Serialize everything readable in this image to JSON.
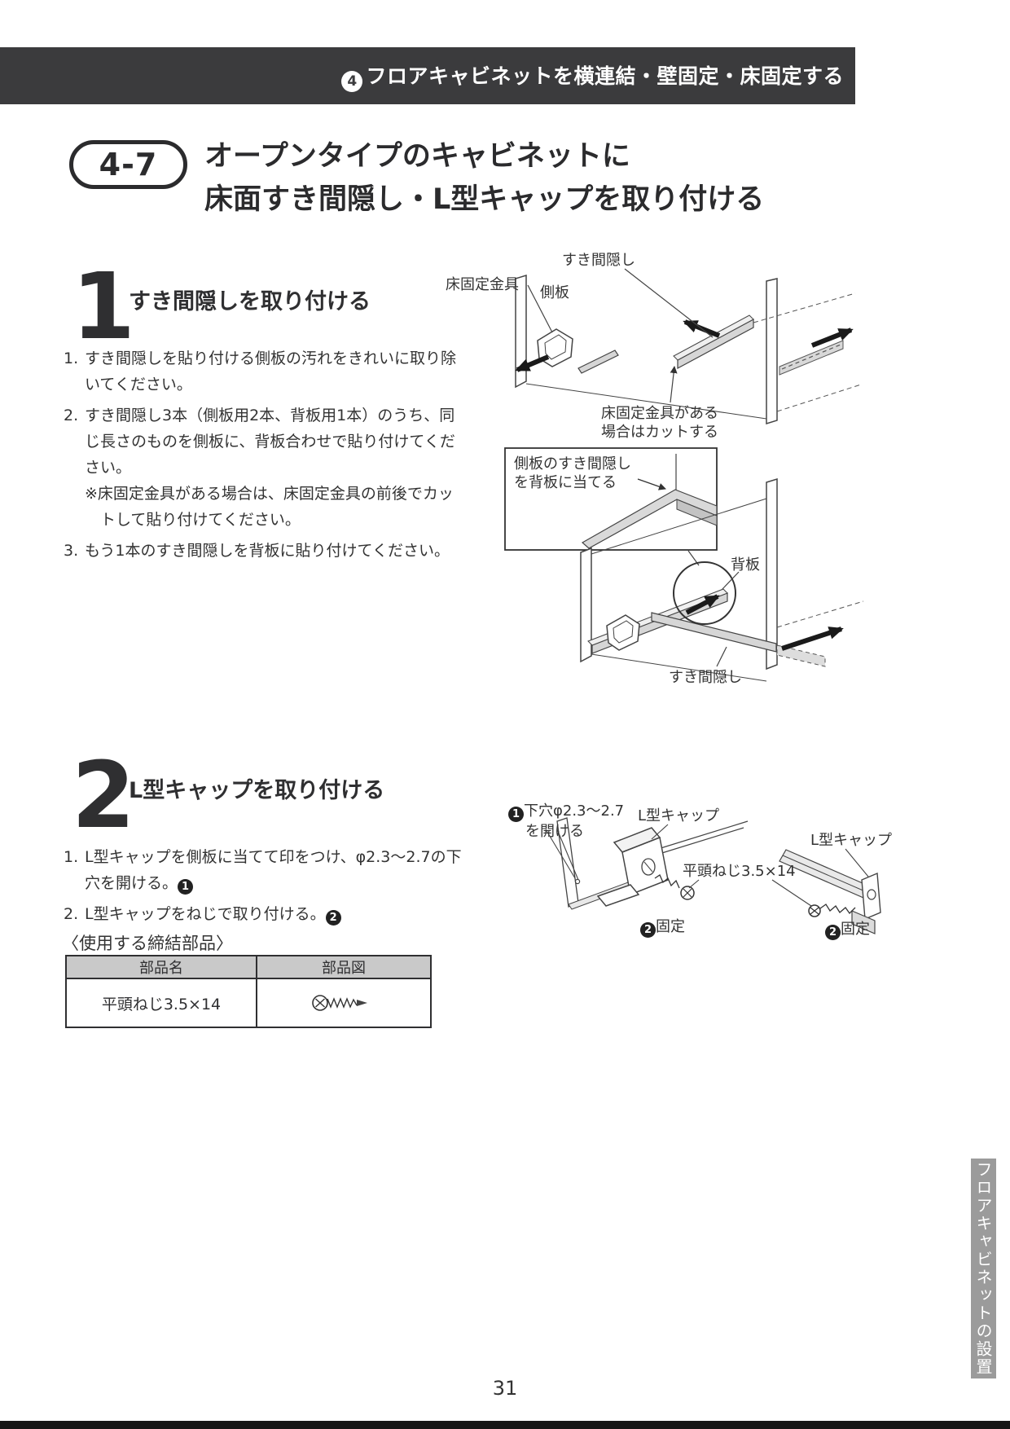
{
  "header": {
    "badge": "4",
    "text": "フロアキャビネットを横連結・壁固定・床固定する"
  },
  "section": {
    "number": "4-7",
    "title_line1": "オープンタイプのキャビネットに",
    "title_line2": "床面すき間隠し・L型キャップを取り付ける"
  },
  "step1": {
    "number": "1",
    "heading": "すき間隠しを取り付ける",
    "items": [
      {
        "marker": "1.",
        "text": "すき間隠しを貼り付ける側板の汚れをきれいに取り除いてください。"
      },
      {
        "marker": "2.",
        "text": "すき間隠し3本（側板用2本、背板用1本）のうち、同じ長さのものを側板に、背板合わせで貼り付けてください。",
        "note": "※床固定金具がある場合は、床固定金具の前後でカットして貼り付けてください。"
      },
      {
        "marker": "3.",
        "text": "もう1本のすき間隠しを背板に貼り付けてください。"
      }
    ],
    "labels": {
      "sukima_top": "すき間隠し",
      "kanagu": "床固定金具",
      "sokuban": "側板",
      "cut_line1": "床固定金具がある",
      "cut_line2": "場合はカットする",
      "inset_line1": "側板のすき間隠し",
      "inset_line2": "を背板に当てる",
      "haiban": "背板",
      "sukima_bottom": "すき間隠し"
    }
  },
  "step2": {
    "number": "2",
    "heading": "L型キャップを取り付ける",
    "items": [
      {
        "marker": "1.",
        "text": "L型キャップを側板に当てて印をつけ、φ2.3～2.7の下穴を開ける。",
        "badge": "1"
      },
      {
        "marker": "2.",
        "text": "L型キャップをねじで取り付ける。",
        "badge": "2"
      }
    ],
    "labels": {
      "pilot_badge": "1",
      "pilot_line1": "下穴φ2.3～2.7",
      "pilot_line2": "を開ける",
      "cap_left": "L型キャップ",
      "cap_right": "L型キャップ",
      "screw": "平頭ねじ3.5×14",
      "fix_left_badge": "2",
      "fix_left": "固定",
      "fix_right_badge": "2",
      "fix_right": "固定"
    }
  },
  "parts": {
    "caption": "〈使用する締結部品〉",
    "col_name": "部品名",
    "col_figure": "部品図",
    "rows": [
      {
        "name": "平頭ねじ3.5×14",
        "figure_icon": "flat-head-screw"
      }
    ]
  },
  "footer": {
    "page_number": "31",
    "side_tab": "フロアキャビネットの設置"
  },
  "colors": {
    "header_bar": "#3b3b3d",
    "text": "#2f2f31",
    "table_header_bg": "#c9c9c9",
    "side_tab_bg": "#9b9b9b",
    "strip_fill": "#d6d6d6",
    "bottom_bar": "#161616"
  }
}
